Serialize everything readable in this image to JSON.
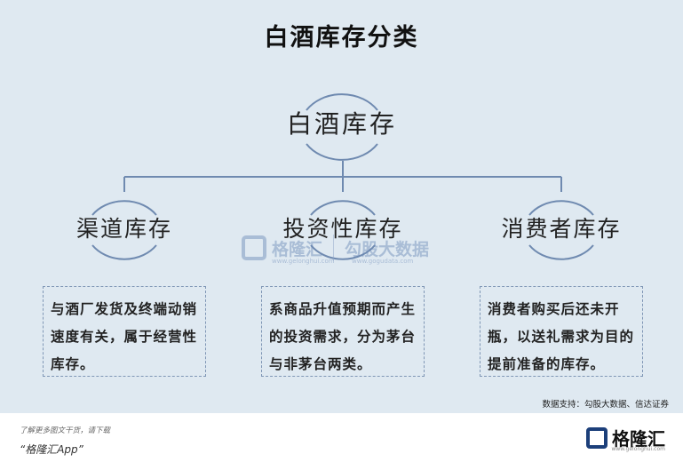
{
  "title": "白酒库存分类",
  "root": {
    "label": "白酒库存"
  },
  "children": [
    {
      "label": "渠道库存",
      "desc": "与酒厂发货及终端动销速度有关，属于经营性库存。"
    },
    {
      "label": "投资性库存",
      "desc": "系商品升值预期而产生的投资需求，分为茅台与非茅台两类。"
    },
    {
      "label": "消费者库存",
      "desc": "消费者购买后还未开瓶，以送礼需求为目的提前准备的库存。"
    }
  ],
  "watermark": {
    "brand_cn": "格隆汇",
    "brand_url": "www.gelonghui.com",
    "partner_cn": "勾股大数据",
    "partner_url": "www.gogudata.com"
  },
  "source": "数据支持：勾股大数据、信达证券",
  "footer": {
    "tip": "了解更多图文干货，请下载",
    "app": "“格隆汇App”",
    "brand": "格隆汇",
    "brand_url": "www.gelonghui.com"
  },
  "colors": {
    "panel_bg": "#dfe9f1",
    "line": "#6f8ab0",
    "dashed_border": "#7f96b5",
    "brand_blue": "#1c3f7a"
  }
}
